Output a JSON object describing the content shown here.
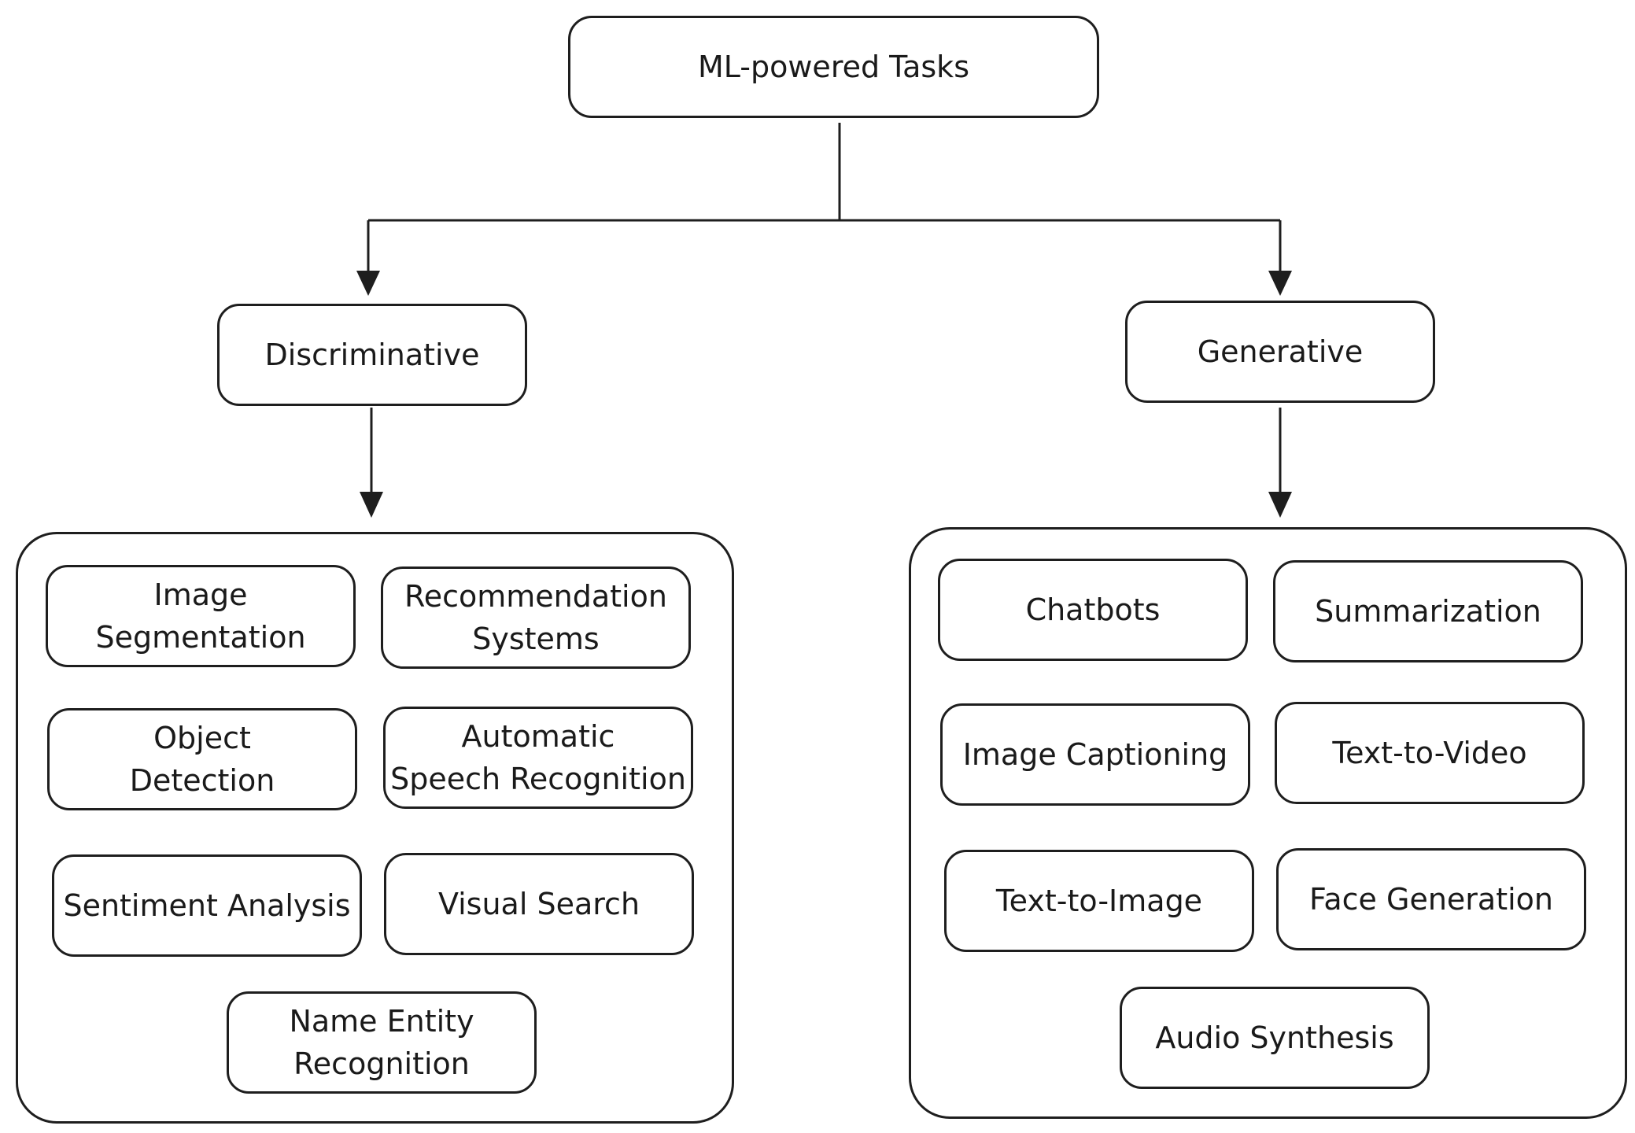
{
  "diagram": {
    "root": {
      "label": "ML-powered Tasks"
    },
    "categories": [
      {
        "label": "Discriminative",
        "tasks": [
          "Image\nSegmentation",
          "Recommendation\nSystems",
          "Object\nDetection",
          "Automatic\nSpeech Recognition",
          "Sentiment Analysis",
          "Visual Search",
          "Name Entity\nRecognition"
        ]
      },
      {
        "label": "Generative",
        "tasks": [
          "Chatbots",
          "Summarization",
          "Image Captioning",
          "Text-to-Video",
          "Text-to-Image",
          "Face Generation",
          "Audio Synthesis"
        ]
      }
    ],
    "colors": {
      "stroke": "#1e1e1e",
      "text": "#1a1a1a",
      "background": "#ffffff"
    }
  }
}
